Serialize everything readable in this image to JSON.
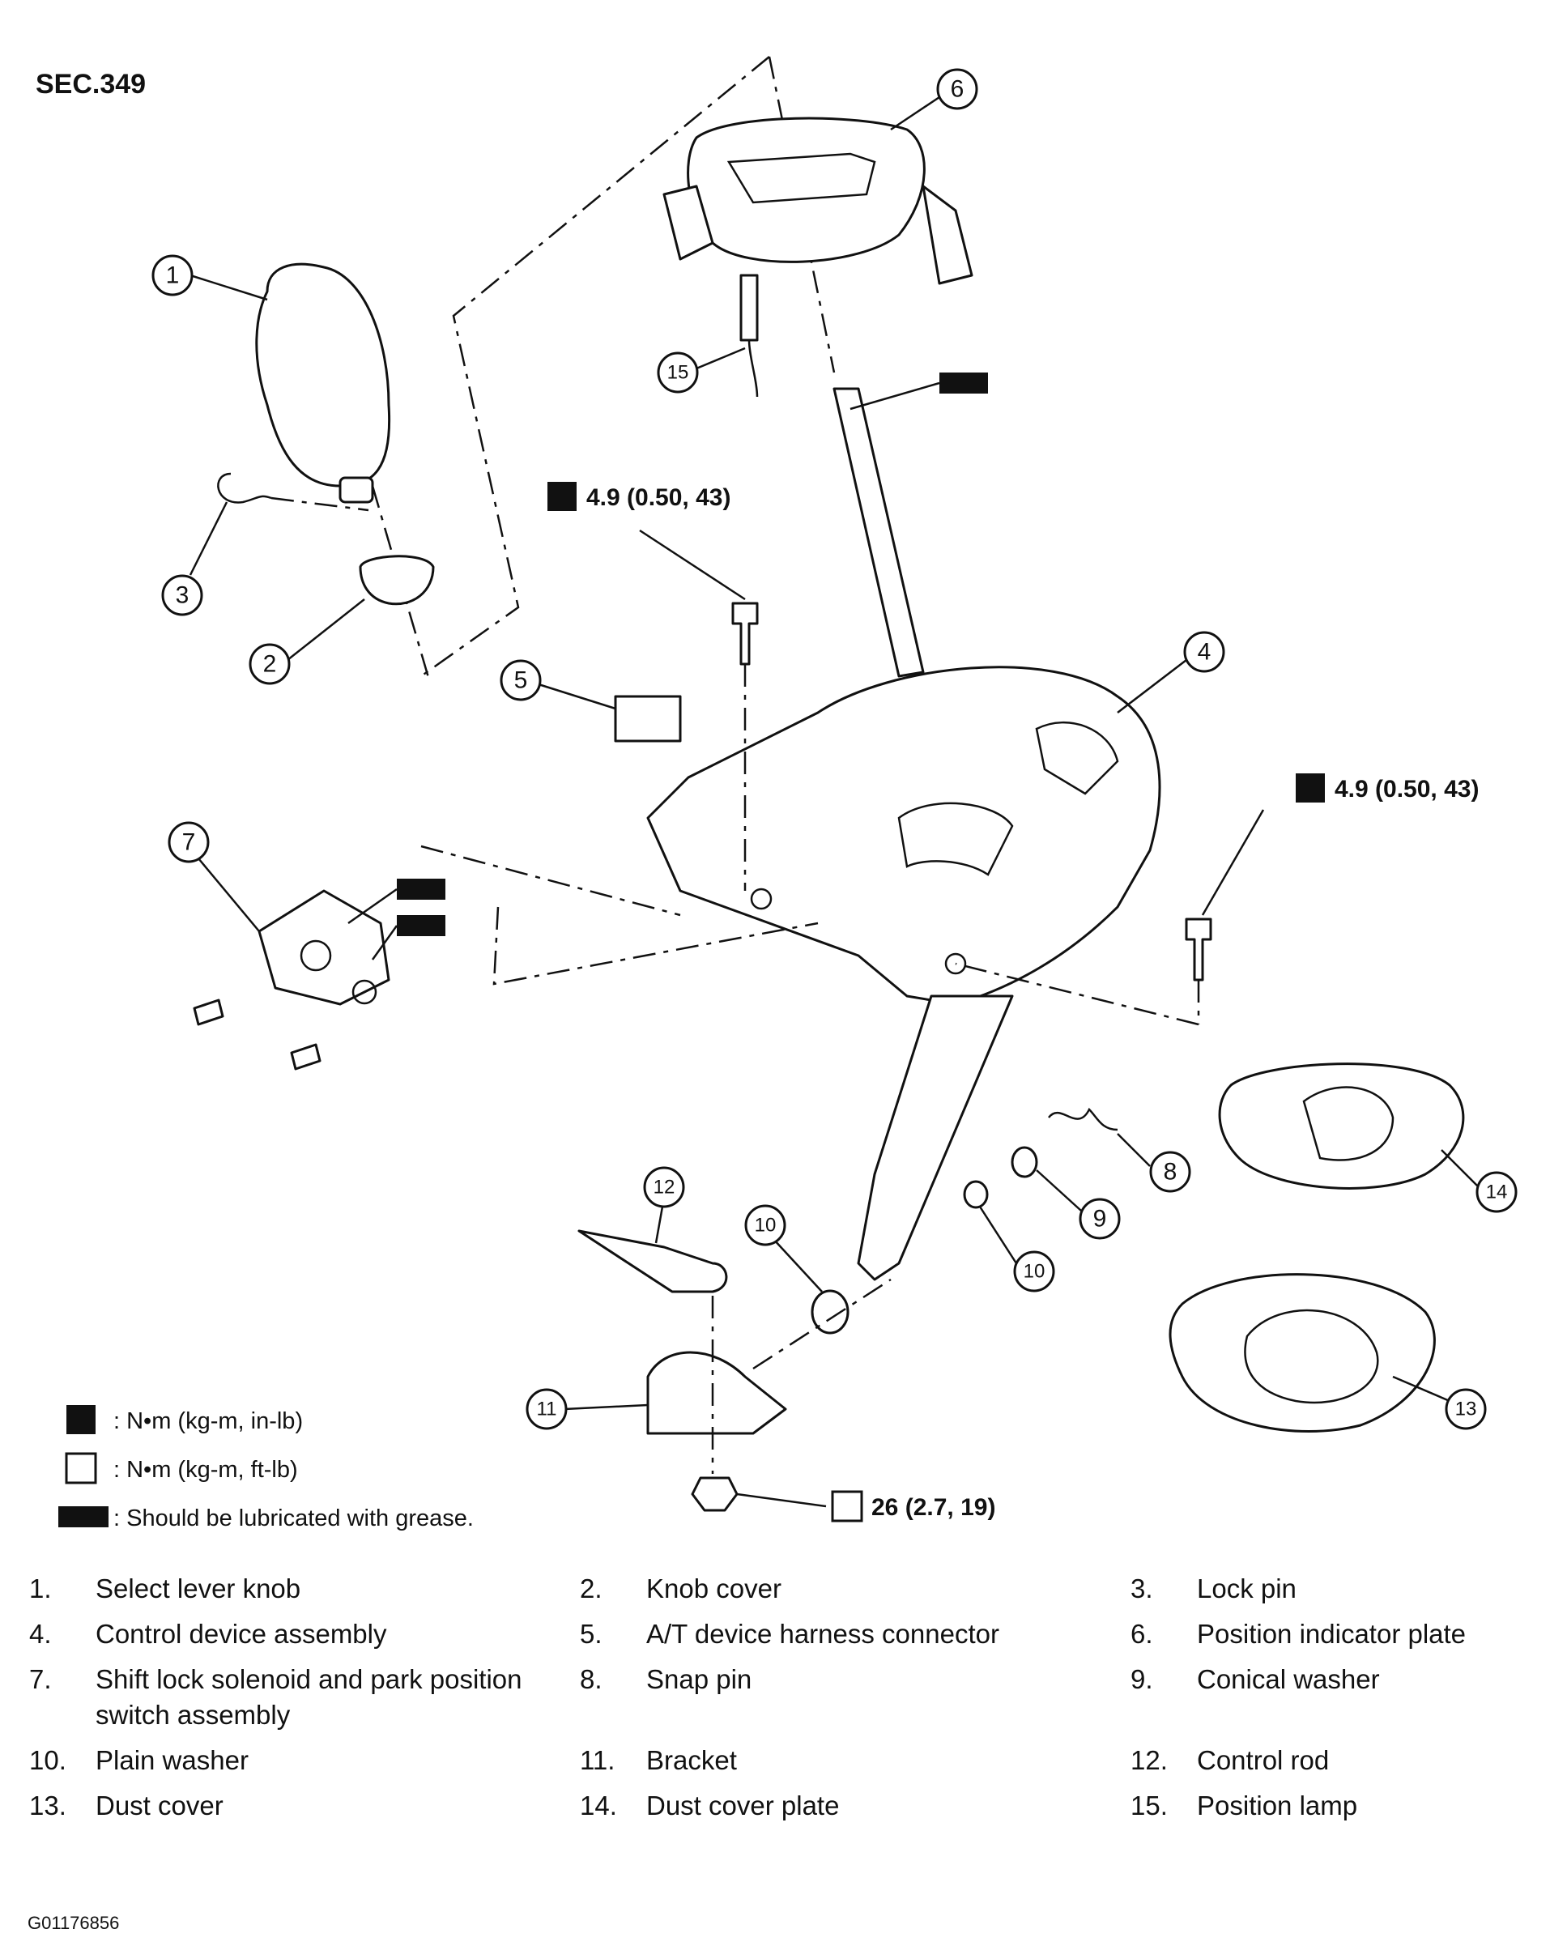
{
  "section": "SEC.349",
  "callouts": [
    {
      "n": "1"
    },
    {
      "n": "2"
    },
    {
      "n": "3"
    },
    {
      "n": "4"
    },
    {
      "n": "5"
    },
    {
      "n": "6"
    },
    {
      "n": "7"
    },
    {
      "n": "8"
    },
    {
      "n": "9"
    },
    {
      "n": "10"
    },
    {
      "n": "10"
    },
    {
      "n": "11"
    },
    {
      "n": "12"
    },
    {
      "n": "13"
    },
    {
      "n": "14"
    },
    {
      "n": "15"
    }
  ],
  "torques": {
    "t1": "4.9 (0.50, 43)",
    "t2": "4.9 (0.50, 43)",
    "t3": "26 (2.7, 19)"
  },
  "legend": {
    "inlb": ": N•m (kg-m, in-lb)",
    "ftlb": ": N•m (kg-m, ft-lb)",
    "grease": ": Should be lubricated with grease."
  },
  "parts": [
    {
      "num": "1.",
      "name": "Select lever knob"
    },
    {
      "num": "2.",
      "name": "Knob cover"
    },
    {
      "num": "3.",
      "name": "Lock pin"
    },
    {
      "num": "4.",
      "name": "Control device assembly"
    },
    {
      "num": "5.",
      "name": "A/T device harness connector"
    },
    {
      "num": "6.",
      "name": "Position indicator plate"
    },
    {
      "num": "7.",
      "name": "Shift lock solenoid and park position switch assembly"
    },
    {
      "num": "8.",
      "name": "Snap pin"
    },
    {
      "num": "9.",
      "name": "Conical washer"
    },
    {
      "num": "10.",
      "name": "Plain washer"
    },
    {
      "num": "11.",
      "name": "Bracket"
    },
    {
      "num": "12.",
      "name": "Control rod"
    },
    {
      "num": "13.",
      "name": "Dust cover"
    },
    {
      "num": "14.",
      "name": "Dust cover plate"
    },
    {
      "num": "15.",
      "name": "Position lamp"
    }
  ],
  "figure_id": "G01176856"
}
